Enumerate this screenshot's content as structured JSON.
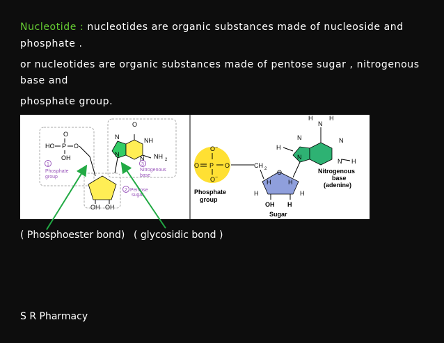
{
  "definition1": {
    "term": "Nucleotide :",
    "text": " nucleotides are organic substances made of nucleoside and",
    "continuation": "phosphate  ."
  },
  "definition2": {
    "line1": "or   nucleotides are organic substances made of pentose sugar , nitrogenous",
    "line2": "base and",
    "line3": "phosphate group."
  },
  "left_diagram": {
    "phosphate": {
      "o_top": "O",
      "dbl": "=",
      "ho": "HO",
      "p": "P",
      "o_right": "O",
      "oh": "OH",
      "number": "1",
      "label_line1": "Phosphate",
      "label_line2": "group"
    },
    "base": {
      "o": "O",
      "nh": "NH",
      "n_top": "N",
      "n_bottom": "N",
      "n_right": "N",
      "nh2": "NH",
      "nh2_sub": "2",
      "number": "3",
      "label_line1": "Nitrogenous",
      "label_line2": "base"
    },
    "sugar": {
      "oh1": "OH",
      "oh2": "OH",
      "number": "2",
      "label_line1": "Pentose",
      "label_line2": "sugar"
    }
  },
  "right_diagram": {
    "phosphate": {
      "o_top": "O",
      "o_top_charge": "−",
      "o_left": "O",
      "p": "P",
      "o_right": "O",
      "o_bottom": "O",
      "o_bottom_charge": "−",
      "label_line1": "Phosphate",
      "label_line2": "group"
    },
    "ch2": "CH",
    "ch2_sub": "2",
    "sugar": {
      "o": "O",
      "h_left": "H",
      "h_inner_left": "H",
      "h_inner_right": "H",
      "h_right": "H",
      "oh": "OH",
      "h_bottom": "H",
      "label": "Sugar"
    },
    "base": {
      "h1": "H",
      "h2": "H",
      "n_top": "N",
      "h_left": "H",
      "n1": "N",
      "n2": "N",
      "n3": "N",
      "n4": "N",
      "h_right": "H",
      "label_line1": "Nitrogenous",
      "label_line2": "base",
      "label_line3": "(adenine)"
    }
  },
  "captions": {
    "phosphoester": "( Phosphoester bond)",
    "glycosidic": "( glycosidic bond )"
  },
  "footer": "S R Pharmacy",
  "colors": {
    "term": "#66cc33",
    "arrow": "#22aa44",
    "sugar_fill": "#ffee55",
    "base_fill": "#33cc66",
    "phosphate_fill": "#ffe033",
    "purple_label": "#9955bb"
  }
}
